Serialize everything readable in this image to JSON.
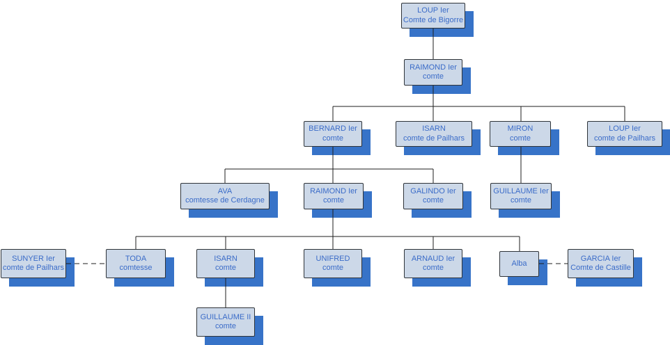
{
  "diagram": {
    "type": "family-tree",
    "colors": {
      "box_fill": "#ccd8e8",
      "box_border": "#2e3338",
      "text": "#3a6bc8",
      "shadow": "#3773c8",
      "line": "#1c1c1c",
      "background": "#ffffff"
    },
    "nodes": {
      "loup1_bigorre": {
        "name": "LOUP Ier",
        "title": "Comte de Bigorre"
      },
      "raimond1_a": {
        "name": "RAIMOND Ier",
        "title": "comte"
      },
      "bernard1": {
        "name": "BERNARD Ier",
        "title": "comte"
      },
      "isarn_pailhars": {
        "name": "ISARN",
        "title": "comte de Pailhars"
      },
      "miron": {
        "name": "MIRON",
        "title": "comte"
      },
      "loup1_pailhars": {
        "name": "LOUP Ier",
        "title": "comte de Pailhars"
      },
      "ava": {
        "name": "AVA",
        "title": "comtesse de Cerdagne"
      },
      "raimond1_b": {
        "name": "RAIMOND Ier",
        "title": "comte"
      },
      "galindo1": {
        "name": "GALINDO Ier",
        "title": "comte"
      },
      "guillaume1": {
        "name": "GUILLAUME Ier",
        "title": "comte"
      },
      "sunyer1": {
        "name": "SUNYER Ier",
        "title": "comte de Pailhars"
      },
      "toda": {
        "name": "TODA",
        "title": "comtesse"
      },
      "isarn2": {
        "name": "ISARN",
        "title": "comte"
      },
      "unifred": {
        "name": "UNIFRED",
        "title": "comte"
      },
      "arnaud1": {
        "name": "ARNAUD Ier",
        "title": "comte"
      },
      "alba": {
        "name": "Alba",
        "title": ""
      },
      "garcia1": {
        "name": "GARCIA Ier",
        "title": "Comte de Castille"
      },
      "guillaume2": {
        "name": "GUILLAUME II",
        "title": "comte"
      }
    },
    "families": [
      {
        "parent": "loup1_bigorre",
        "children": [
          "raimond1_a"
        ]
      },
      {
        "parent": "raimond1_a",
        "children": [
          "bernard1",
          "isarn_pailhars",
          "miron",
          "loup1_pailhars"
        ]
      },
      {
        "parent": "bernard1",
        "children": [
          "ava",
          "raimond1_b",
          "galindo1"
        ]
      },
      {
        "parent": "miron",
        "children": [
          "guillaume1"
        ]
      },
      {
        "parent": "raimond1_b",
        "children": [
          "toda",
          "isarn2",
          "unifred",
          "arnaud1",
          "alba"
        ]
      },
      {
        "parent": "isarn2",
        "children": [
          "guillaume2"
        ]
      }
    ],
    "unions_dashed": [
      [
        "sunyer1",
        "toda"
      ],
      [
        "alba",
        "garcia1"
      ]
    ]
  }
}
